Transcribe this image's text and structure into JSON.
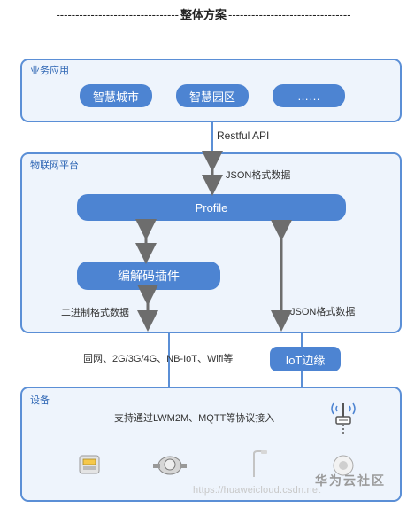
{
  "header": {
    "dash_left": "--------------------------------",
    "title": "整体方案",
    "dash_right": "--------------------------------"
  },
  "business": {
    "label": "业务应用",
    "apps": [
      "智慧城市",
      "智慧园区",
      "……"
    ]
  },
  "platform": {
    "label": "物联网平台",
    "profile": "Profile",
    "codec": "编解码插件",
    "binary_note": "二进制格式数据",
    "json_note_right": "JSON格式数据"
  },
  "connector": {
    "restful": "Restful API",
    "json_top": "JSON格式数据"
  },
  "network": {
    "networks": "固网、2G/3G/4G、NB-IoT、Wifi等",
    "edge": "IoT边缘"
  },
  "devices": {
    "label": "设备",
    "protocol_note": "支持通过LWM2M、MQTT等协议接入"
  },
  "icons": [
    "water-meter-icon",
    "gas-meter-icon",
    "street-light-icon",
    "smoke-detector-icon",
    "router-icon"
  ],
  "watermark": {
    "url": "https://huaweicloud.csdn.net",
    "brand": "华为云社区"
  },
  "colors": {
    "accent": "#4d84d2",
    "panel_border": "#5b8fd6",
    "panel_bg": "#eef4fc",
    "arrow": "#6d6d6d"
  }
}
